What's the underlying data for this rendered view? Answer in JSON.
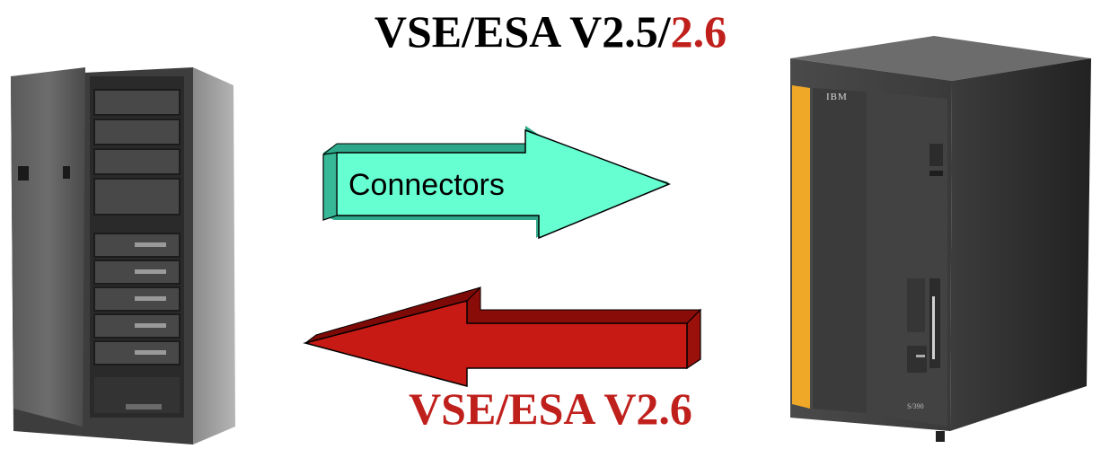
{
  "title_top": {
    "prefix": "VSE/ESA V2.5/",
    "suffix": "2.6",
    "prefix_color": "#000000",
    "suffix_color": "#c0201c"
  },
  "title_bottom": {
    "text": "VSE/ESA V2.6",
    "color": "#c0201c"
  },
  "arrows": {
    "top": {
      "label": "Connectors",
      "color": "#66ffd1",
      "direction": "right"
    },
    "bottom": {
      "label": "",
      "color": "#c81a14",
      "direction": "left"
    }
  },
  "right_server": {
    "brand": "IBM",
    "model": "S/390"
  }
}
